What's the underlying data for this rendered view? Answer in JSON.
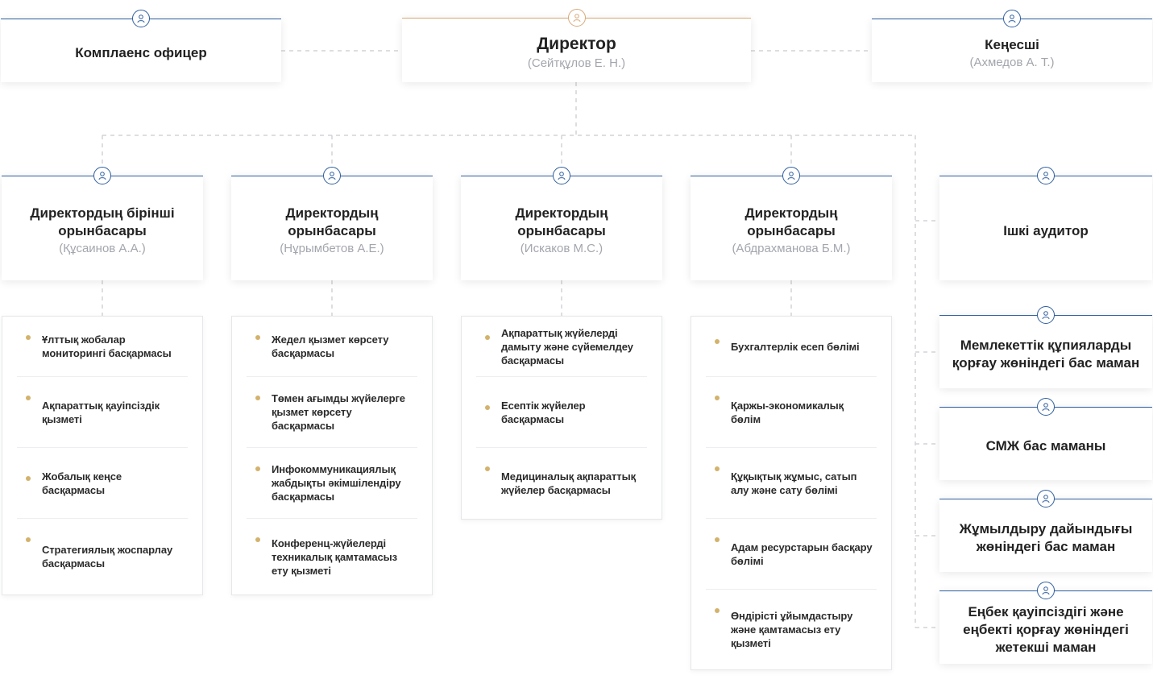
{
  "top": {
    "compliance": {
      "title": "Комплаенс офицер"
    },
    "director": {
      "title": "Директор",
      "name": "(Сейтқұлов Е. Н.)"
    },
    "advisor": {
      "title": "Кеңесші",
      "name": "(Ахмедов А. Т.)"
    }
  },
  "deputies": [
    {
      "title": "Директордың бірінші орынбасары",
      "name": "(Құсаинов А.А.)"
    },
    {
      "title": "Директордың орынбасары",
      "name": "(Нұрымбетов А.Е.)"
    },
    {
      "title": "Директордың орынбасары",
      "name": "(Искаков М.С.)"
    },
    {
      "title": "Директордың орынбасары",
      "name": "(Абдрахманова Б.М.)"
    }
  ],
  "departments": [
    [
      "Ұлттық жобалар мониторингі басқармасы",
      "Ақпараттық қауіпсіздік қызметі",
      "Жобалық кеңсе басқармасы",
      "Стратегиялық жоспарлау басқармасы"
    ],
    [
      "Жедел қызмет көрсету басқармасы",
      "Төмен ағымды жүйелерге қызмет көрсету басқармасы",
      "Инфокоммуникациялық жабдықты әкімшілендіру басқармасы",
      "Конференц-жүйелерді техникалық қамтамасыз ету қызметі"
    ],
    [
      "Ақпараттық жүйелерді дамыту және сүйемелдеу басқармасы",
      "Есептік жүйелер басқармасы",
      "Медициналық ақпараттық жүйелер басқармасы"
    ],
    [
      "Бухгалтерлік есеп бөлімі",
      "Қаржы-экономикалық бөлім",
      "Құқықтық жұмыс, сатып алу және сату бөлімі",
      "Адам ресурстарын басқару бөлімі",
      "Өндірісті ұйымдастыру және қамтамасыз ету қызметі"
    ]
  ],
  "right_column": [
    {
      "title": "Ішкі аудитор"
    },
    {
      "title": "Мемлекеттік құпияларды қорғау жөніндегі бас маман"
    },
    {
      "title": "СМЖ бас маманы"
    },
    {
      "title": "Жұмылдыру дайындығы жөніндегі бас маман"
    },
    {
      "title": "Еңбек қауіпсіздігі және еңбекті қорғау жөніндегі жетекші маман"
    }
  ],
  "colors": {
    "card_border": "#2f5e9e",
    "director_border": "#d9a877",
    "bullet": "#d3b26c",
    "connector": "#d2d4d8"
  },
  "icons": {
    "pin": "person-icon"
  }
}
